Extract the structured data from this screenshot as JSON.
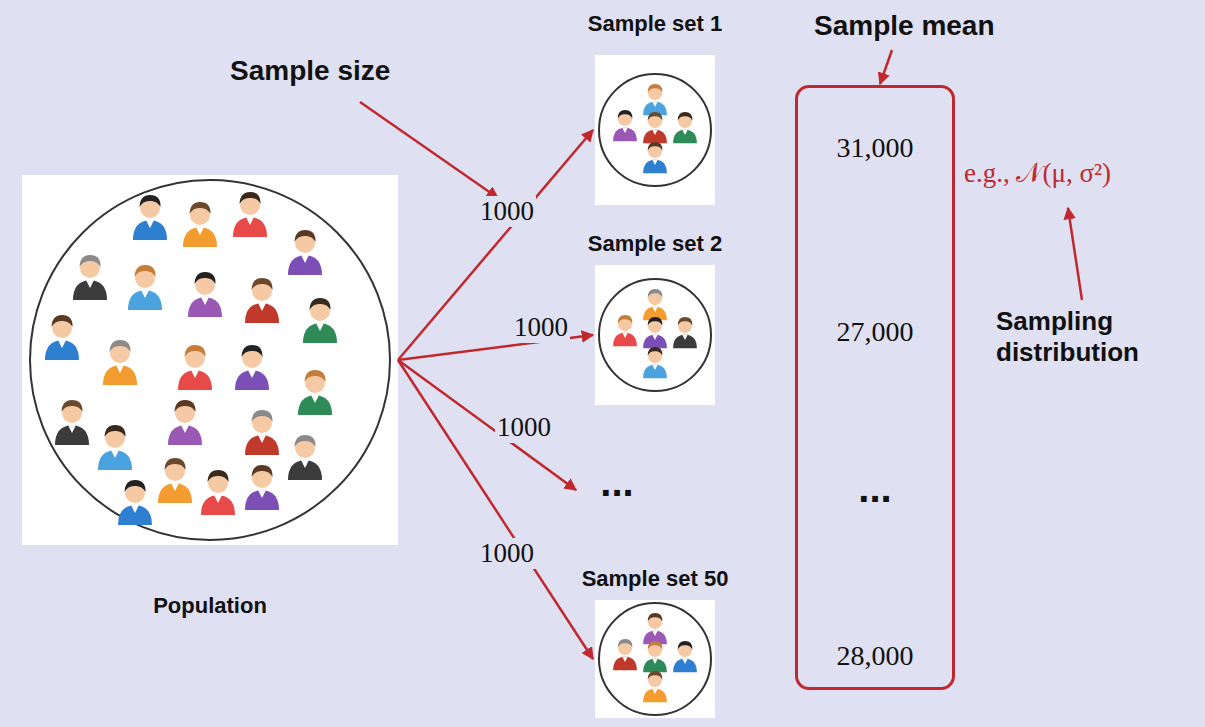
{
  "diagram": {
    "nodes": [
      {
        "text": [
          "Population"
        ]
      },
      {
        "text": [
          "Sample set 1"
        ]
      },
      {
        "text": [
          "Sample set 2"
        ]
      },
      {
        "text": [
          "Sample set 50"
        ]
      },
      {
        "text": [
          "31,000",
          "27,000",
          "...",
          "28,000"
        ]
      }
    ],
    "edges": [
      {
        "from": 0,
        "to": 1,
        "label": "1000",
        "arrow": "to"
      },
      {
        "from": 0,
        "to": 2,
        "label": "1000",
        "arrow": "to"
      },
      {
        "from": 0,
        "to": 3,
        "label": "1000",
        "arrow": "to"
      }
    ],
    "labels": [
      "Sample size",
      "1000",
      "...",
      "Sample mean",
      "e.g., 𝒩(μ, σ²)",
      "Sampling distribution"
    ]
  }
}
